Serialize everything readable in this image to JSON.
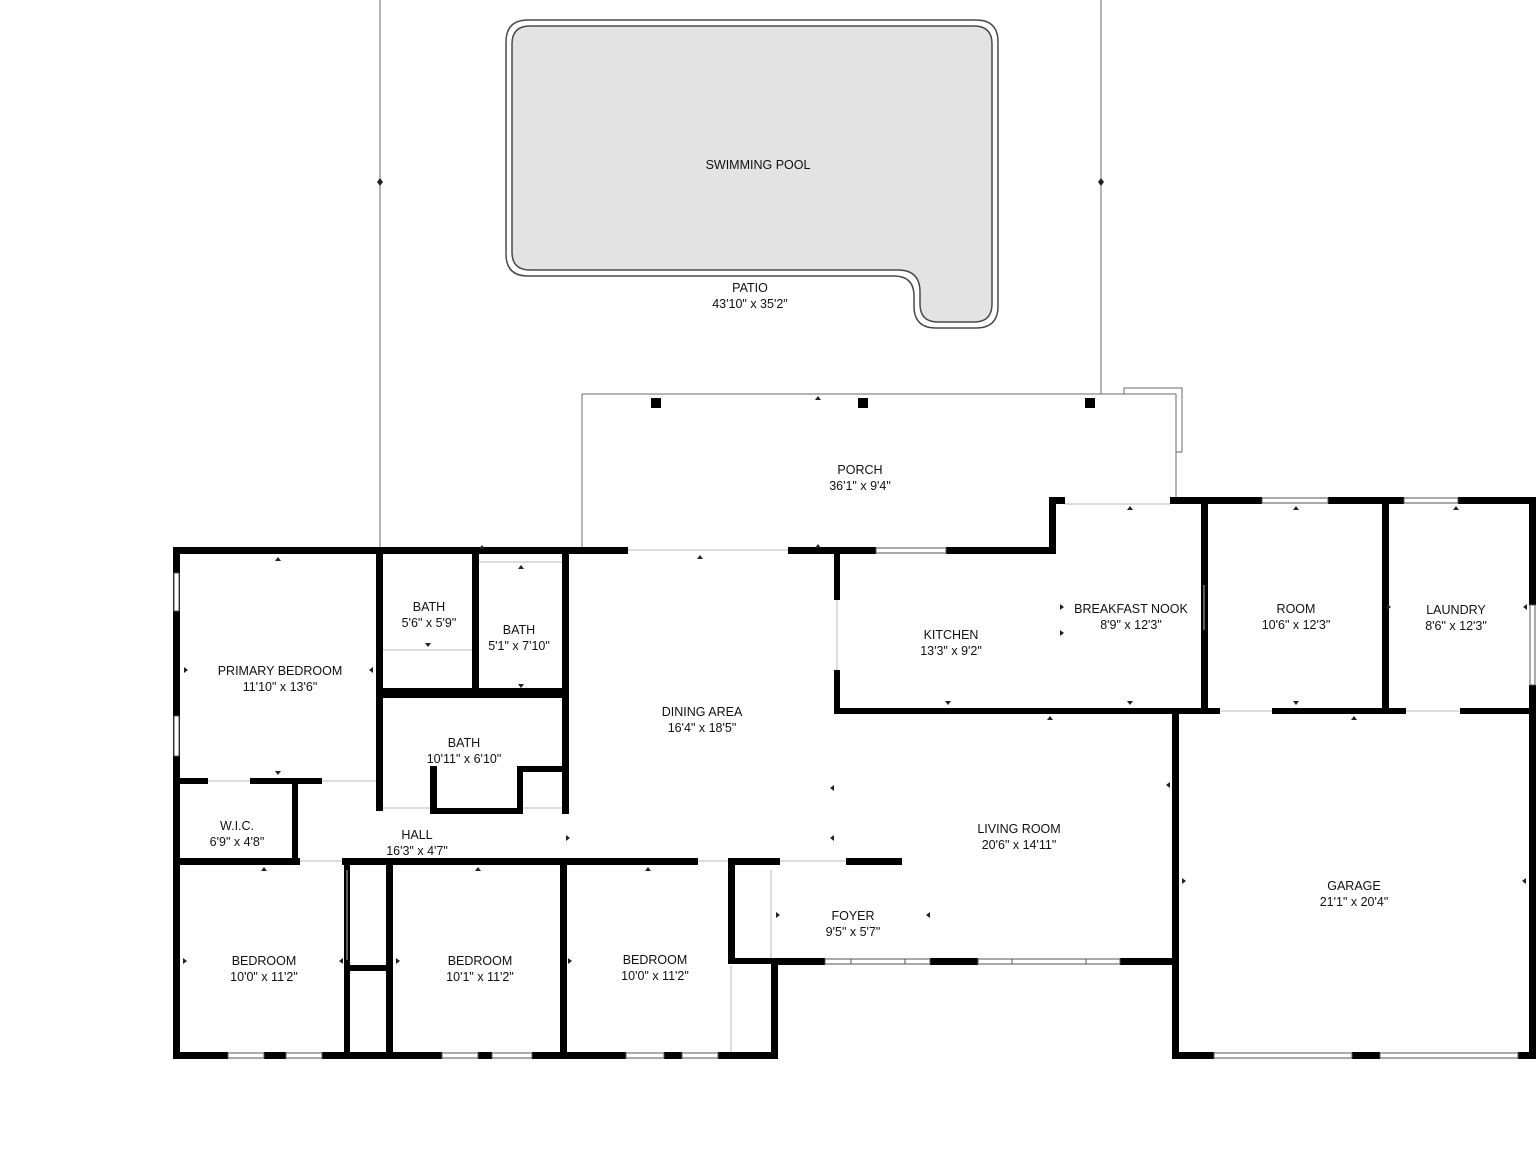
{
  "floor_plan": {
    "background": "#ffffff",
    "wall_color": "#000000",
    "pool_color": "#e3e3e3",
    "rooms": {
      "swimming_pool": {
        "name": "SWIMMING POOL",
        "dim": ""
      },
      "patio": {
        "name": "PATIO",
        "dim": "43'10\" x 35'2\""
      },
      "porch": {
        "name": "PORCH",
        "dim": "36'1\" x 9'4\""
      },
      "bath_1": {
        "name": "BATH",
        "dim": "5'6\" x 5'9\""
      },
      "bath_2": {
        "name": "BATH",
        "dim": "5'1\" x 7'10\""
      },
      "bath_3": {
        "name": "BATH",
        "dim": "10'11\" x 6'10\""
      },
      "primary_bedroom": {
        "name": "PRIMARY BEDROOM",
        "dim": "11'10\" x 13'6\""
      },
      "wic": {
        "name": "W.I.C.",
        "dim": "6'9\" x 4'8\""
      },
      "hall": {
        "name": "HALL",
        "dim": "16'3\" x 4'7\""
      },
      "dining_area": {
        "name": "DINING AREA",
        "dim": "16'4\" x 18'5\""
      },
      "kitchen": {
        "name": "KITCHEN",
        "dim": "13'3\" x 9'2\""
      },
      "breakfast_nook": {
        "name": "BREAKFAST NOOK",
        "dim": "8'9\" x 12'3\""
      },
      "room": {
        "name": "ROOM",
        "dim": "10'6\" x 12'3\""
      },
      "laundry": {
        "name": "LAUNDRY",
        "dim": "8'6\" x 12'3\""
      },
      "living_room": {
        "name": "LIVING ROOM",
        "dim": "20'6\" x 14'11\""
      },
      "garage": {
        "name": "GARAGE",
        "dim": "21'1\" x 20'4\""
      },
      "foyer": {
        "name": "FOYER",
        "dim": "9'5\" x 5'7\""
      },
      "bedroom_1": {
        "name": "BEDROOM",
        "dim": "10'0\" x 11'2\""
      },
      "bedroom_2": {
        "name": "BEDROOM",
        "dim": "10'1\" x 11'2\""
      },
      "bedroom_3": {
        "name": "BEDROOM",
        "dim": "10'0\" x 11'2\""
      }
    }
  }
}
